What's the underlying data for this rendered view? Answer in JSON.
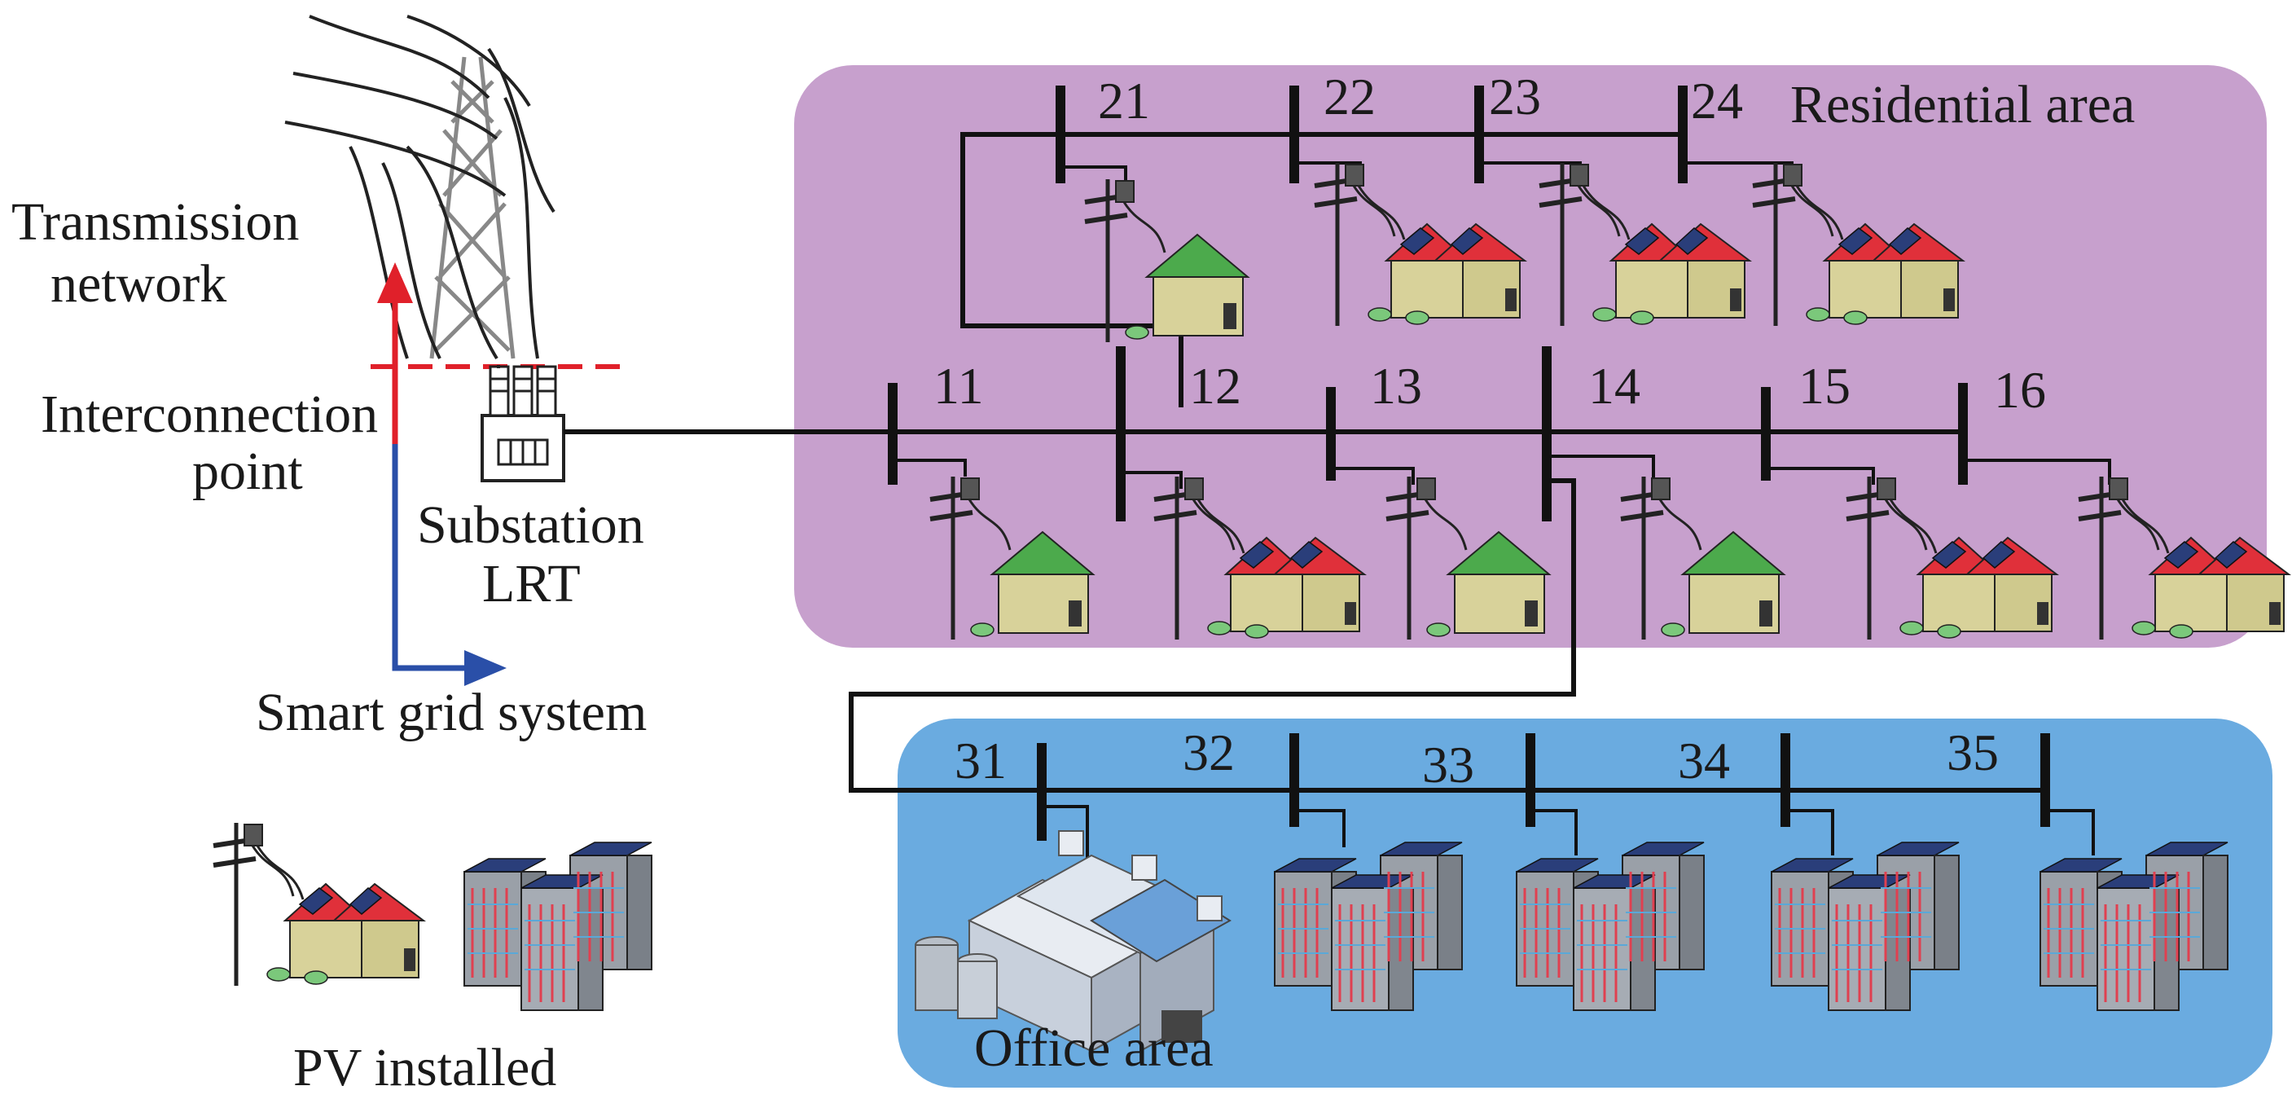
{
  "labels": {
    "transmission_line1": "Transmission",
    "transmission_line2": "network",
    "interconnection_line1": "Interconnection",
    "interconnection_line2": "point",
    "substation_line1": "Substation",
    "substation_line2": "LRT",
    "smart_grid": "Smart grid system",
    "pv_installed": "PV installed",
    "residential_area": "Residential area",
    "office_area": "Office area"
  },
  "buses": {
    "b21": "21",
    "b22": "22",
    "b23": "23",
    "b24": "24",
    "b11": "11",
    "b12": "12",
    "b13": "13",
    "b14": "14",
    "b15": "15",
    "b16": "16",
    "b31": "31",
    "b32": "32",
    "b33": "33",
    "b34": "34",
    "b35": "35"
  },
  "colors": {
    "residential_bg": "#c7a0cd",
    "office_bg": "#6aabe0",
    "upstream_arrow": "#e0202a",
    "downstream_arrow": "#2a4fa8",
    "interconnection_line": "#e0202a",
    "house_no_pv_roof": "#4caa4c",
    "house_pv_roof": "#e0303a",
    "house_wall": "#d8d29a",
    "pv_panel": "#2a3e7a",
    "building_wall": "#9aa0a8",
    "building_window": "#e04050"
  },
  "legend": {
    "items": [
      "house-with-pv-icon",
      "apartment-building-with-pv-icon"
    ]
  }
}
